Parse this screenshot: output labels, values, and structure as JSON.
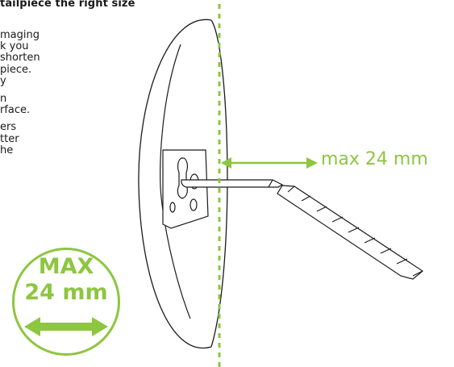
{
  "heading": "tailpiece the right size",
  "paragraphs": [
    [
      "maging",
      "k you",
      "shorten",
      "piece.",
      "y"
    ],
    [
      "n",
      "rface."
    ],
    [
      "ers",
      "tter",
      "he"
    ]
  ],
  "dimension_label": "max 24 mm",
  "badge": {
    "line1": "MAX",
    "line2": "24 mm"
  },
  "colors": {
    "accent": "#8dc63f",
    "line": "#1a1a1a"
  },
  "icons": [
    "double-arrow-icon",
    "dimension-arrow-icon"
  ]
}
